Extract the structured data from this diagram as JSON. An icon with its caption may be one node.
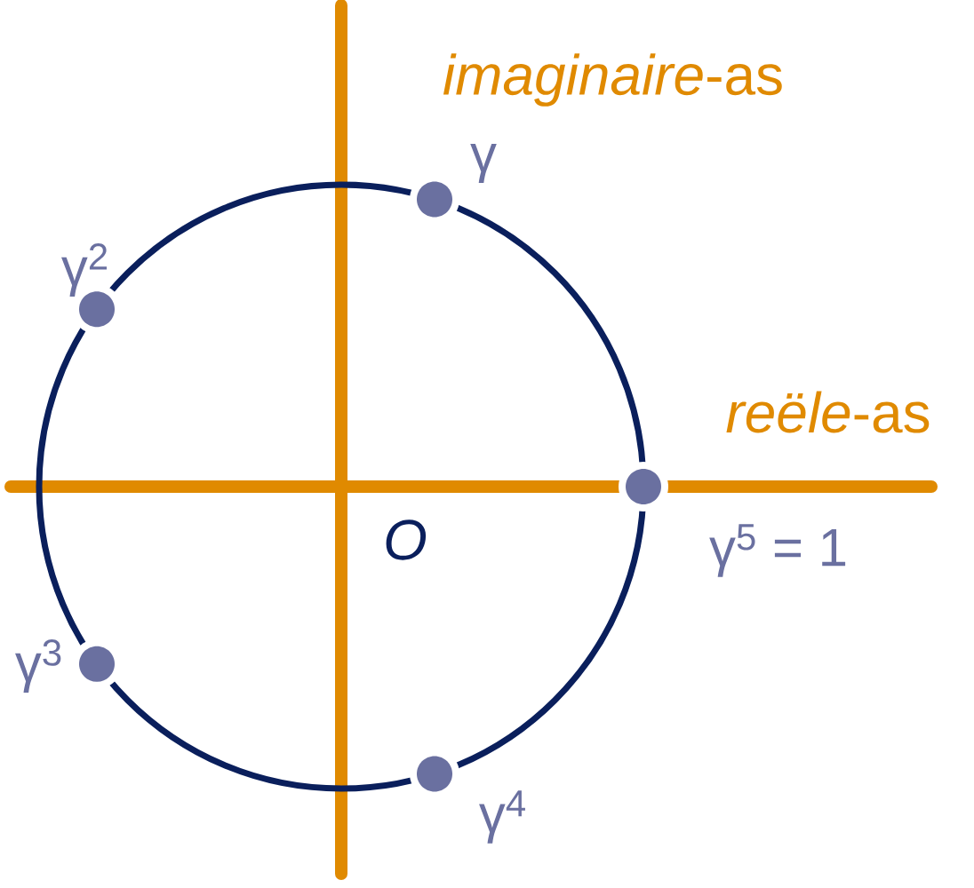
{
  "diagram": {
    "labels": [
      "*imaginaire*-as",
      "γ",
      "γ$^{2}$",
      "*reële*-as",
      "*O*",
      "γ$^{5}$ = 1",
      "γ$^{3}$",
      "γ$^{4}$"
    ]
  }
}
